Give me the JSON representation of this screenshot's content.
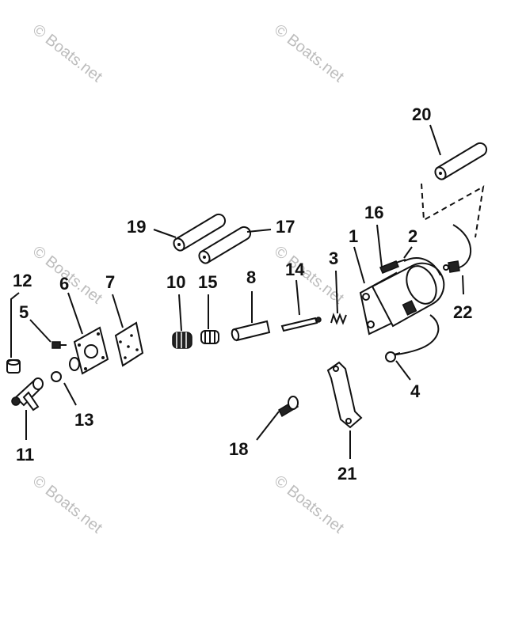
{
  "watermark": "© Boats.net",
  "callouts": [
    "1",
    "2",
    "3",
    "4",
    "5",
    "6",
    "7",
    "8",
    "10",
    "11",
    "12",
    "13",
    "14",
    "15",
    "16",
    "17",
    "18",
    "19",
    "20",
    "21",
    "22"
  ]
}
